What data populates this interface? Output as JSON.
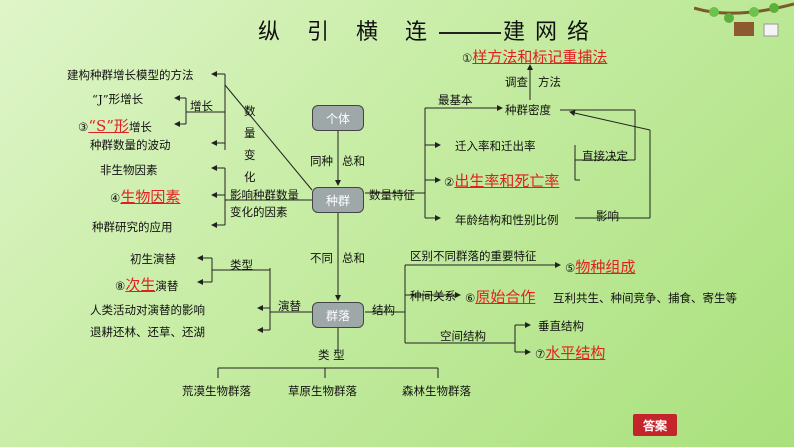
{
  "title": {
    "left": "纵 引 横 连",
    "right": "建网络"
  },
  "boxes": {
    "individual": "个体",
    "population": "种群",
    "community": "群落"
  },
  "left_top": {
    "model": "建构种群增长模型的方法",
    "j_growth": "“J”形增长",
    "growth": "增长",
    "s_prefix": "③",
    "s_answer": "“S”形",
    "s_suffix": "增长",
    "fluctuation": "种群数量的波动",
    "quantity_change": "数量变化"
  },
  "left_mid": {
    "abiotic": "非生物因素",
    "biotic_prefix": "④",
    "biotic_answer": "生物因素",
    "application": "种群研究的应用",
    "factors": "影响种群数量变化的因素"
  },
  "left_bottom": {
    "primary": "初生演替",
    "secondary_prefix": "⑧",
    "secondary_answer": "次生",
    "secondary_suffix": "演替",
    "type_label": "类型",
    "human": "人类活动对演替的影响",
    "succession": "演替",
    "restore": "退耕还林、还草、还湖"
  },
  "center": {
    "same_species": "同种",
    "sum1": "总和",
    "different": "不同",
    "sum2": "总和",
    "type_bottom": "类 型"
  },
  "right_top": {
    "method_prefix": "①",
    "method_answer": "样方法和标记重捕法",
    "survey": "调查",
    "method": "方法",
    "most_basic": "最基本",
    "density": "种群密度",
    "features": "数量特征",
    "migration": "迁入率和迁出率",
    "direct": "直接决定",
    "birth_prefix": "②",
    "birth_answer": "出生率和死亡率",
    "age": "年龄结构和性别比例",
    "influence": "影响"
  },
  "right_bottom": {
    "distinguish": "区别不同群落的重要特征",
    "composition_prefix": "⑤",
    "composition_answer": "物种组成",
    "interspecies": "种间关系",
    "primitive_prefix": "⑥",
    "primitive_answer": "原始合作",
    "relations": "互利共生、种间竞争、捕食、寄生等",
    "structure": "结构",
    "spatial": "空间结构",
    "vertical": "垂直结构",
    "horizontal_prefix": "⑦",
    "horizontal_answer": "水平结构"
  },
  "bottom_types": [
    "荒漠生物群落",
    "草原生物群落",
    "森林生物群落"
  ],
  "answer_button": "答案",
  "colors": {
    "answer_red": "#e02020",
    "box_gray": "#9ea8a8",
    "button_red": "#c4252b"
  }
}
